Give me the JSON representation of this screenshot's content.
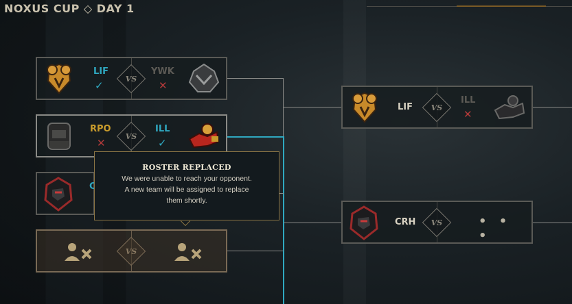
{
  "header": {
    "title": "NOXUS CUP ◇ DAY 1"
  },
  "round1": [
    {
      "left": {
        "tag": "LIF",
        "result": "✓",
        "logo": "lif-logo"
      },
      "right": {
        "tag": "YWK",
        "result": "✕",
        "logo": "ywk-logo"
      },
      "vs": "VS"
    },
    {
      "left": {
        "tag": "RPO",
        "result": "✕",
        "logo": "rpo-logo"
      },
      "right": {
        "tag": "ILL",
        "result": "✓",
        "logo": "ill-logo"
      },
      "vs": "VS"
    },
    {
      "left": {
        "tag": "C",
        "logo": "crh-logo"
      }
    },
    {
      "left": {
        "logo": "roster-removed-icon"
      },
      "right": {
        "logo": "roster-removed-icon"
      },
      "vs": "VS"
    }
  ],
  "round2": [
    {
      "left": {
        "tag": "LIF",
        "logo": "lif-logo"
      },
      "right": {
        "tag": "ILL",
        "result": "✕",
        "logo": "ill-logo"
      },
      "vs": "VS"
    },
    {
      "left": {
        "tag": "CRH",
        "logo": "crh-logo"
      },
      "right": {
        "placeholder": "• • •"
      },
      "vs": "VS"
    }
  ],
  "tooltip": {
    "title": "ROSTER REPLACED",
    "line1": "We were unable to reach your opponent.",
    "line2": "A new team will be assigned to replace",
    "line3": "them shortly."
  },
  "colors": {
    "accent_blue": "#2fa8c0",
    "accent_gold": "#c89b2c",
    "loss_red": "#b23a3a",
    "tooltip_border": "#8a7444"
  }
}
